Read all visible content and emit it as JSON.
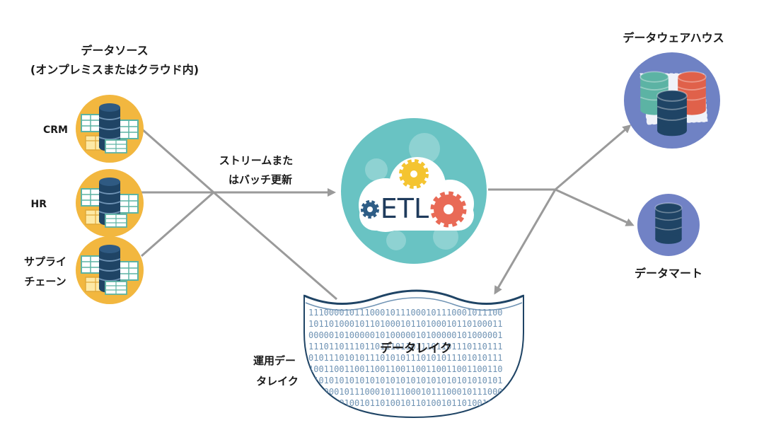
{
  "sources": {
    "title_line1": "データソース",
    "title_line2": "(オンプレミスまたはクラウド内)",
    "items": [
      {
        "label_line1": "CRM",
        "label_line2": ""
      },
      {
        "label_line1": "HR",
        "label_line2": ""
      },
      {
        "label_line1": "サプライ",
        "label_line2": "チェーン"
      }
    ]
  },
  "stream": {
    "line1": "ストリームまた",
    "line2": "はバッチ更新"
  },
  "etl": {
    "label": "ETL"
  },
  "warehouse": {
    "label": "データウェアハウス"
  },
  "datamart": {
    "label": "データマート"
  },
  "datalake": {
    "label": "データレイク"
  },
  "operational_lake": {
    "line1": "運用デー",
    "line2": "タレイク"
  },
  "colors": {
    "source_circle": "#f2b73f",
    "etl_circle": "#69c3c3",
    "warehouse_circle": "#6f82c4",
    "datamart_circle": "#7182c5",
    "db_navy": "#1f4465",
    "db_teal": "#5cb3a4",
    "db_red": "#e0614a",
    "arrow": "#9a9a9a"
  }
}
